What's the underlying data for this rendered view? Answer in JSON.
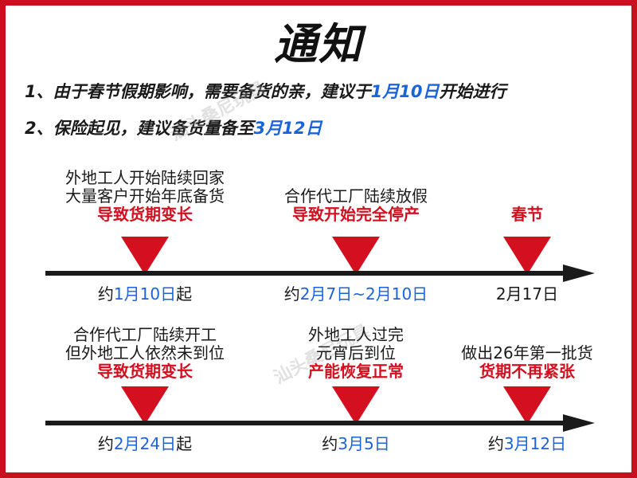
{
  "title": "通知",
  "notice": {
    "line1": {
      "prefix": "1、由于春节假期影响，需要备货的亲，建议于",
      "highlight": "1月10日",
      "suffix": "开始进行"
    },
    "line2": {
      "prefix": "2、保险起见，建议备货量备至",
      "highlight": "3月12日"
    }
  },
  "watermark": "汕头桑尼玩具",
  "colors": {
    "border": "#c8101e",
    "accent_red": "#d40f1f",
    "accent_blue": "#1a63d9",
    "text": "#1a1a1a"
  },
  "timeline1": {
    "events": [
      {
        "line1": "外地工人开始陆续回家",
        "line2": "大量客户开始年底备货",
        "red": "导致货期变长",
        "date_pre": "约",
        "date_hl": "1月10日",
        "date_post": "起"
      },
      {
        "line1": "",
        "line2": "合作代工厂陆续放假",
        "red": "导致开始完全停产",
        "date_pre": "约",
        "date_hl": "2月7日~2月10日",
        "date_post": ""
      },
      {
        "line1": "",
        "line2": "",
        "red": "春节",
        "date_pre": "",
        "date_hl": "",
        "date_post": "2月17日"
      }
    ]
  },
  "timeline2": {
    "events": [
      {
        "line1": "合作代工厂陆续开工",
        "line2": "但外地工人依然未到位",
        "red": "导致货期变长",
        "date_pre": "约",
        "date_hl": "2月24日",
        "date_post": "起"
      },
      {
        "line1": "外地工人过完",
        "line2": "元宵后到位",
        "red": "产能恢复正常",
        "date_pre": "约",
        "date_hl": "3月5日",
        "date_post": ""
      },
      {
        "line1": "",
        "line2": "做出26年第一批货",
        "red": "货期不再紧张",
        "date_pre": "约",
        "date_hl": "3月12日",
        "date_post": ""
      }
    ]
  }
}
